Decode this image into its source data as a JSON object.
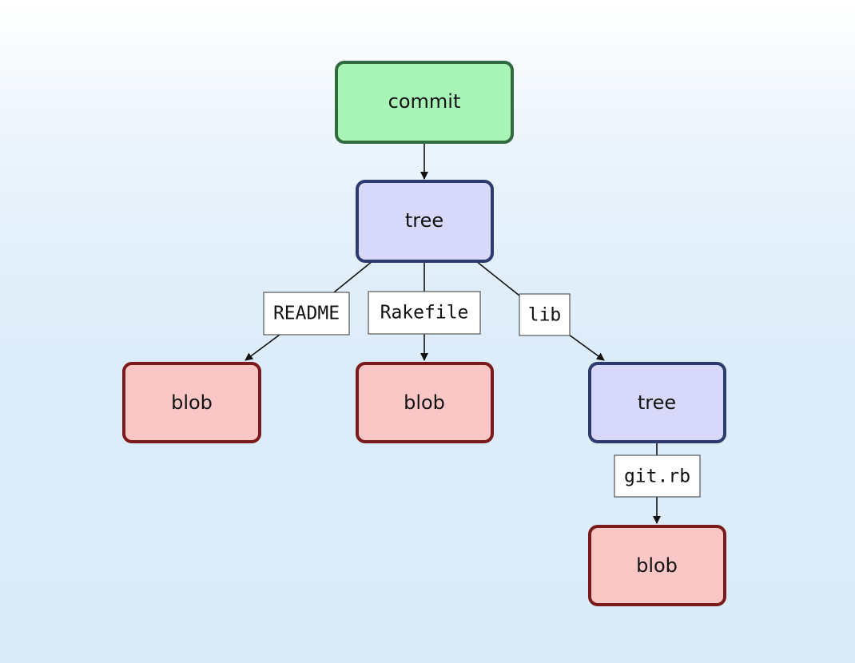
{
  "diagram": {
    "colors": {
      "commit_fill": "#a9f5b8",
      "commit_stroke": "#2f6b3e",
      "tree_fill": "#d8d8fb",
      "tree_stroke": "#2d3a6e",
      "blob_fill": "#fbc6c6",
      "blob_stroke": "#7a1a1a",
      "edge_color": "#111111",
      "label_fill": "#ffffff",
      "label_stroke": "#555555"
    },
    "nodes": {
      "commit": {
        "label": "commit",
        "kind": "commit"
      },
      "tree_root": {
        "label": "tree",
        "kind": "tree"
      },
      "blob_readme": {
        "label": "blob",
        "kind": "blob"
      },
      "blob_rakefile": {
        "label": "blob",
        "kind": "blob"
      },
      "tree_lib": {
        "label": "tree",
        "kind": "tree"
      },
      "blob_gitrb": {
        "label": "blob",
        "kind": "blob"
      }
    },
    "edges": {
      "commit_to_tree": {
        "from": "commit",
        "to": "tree_root",
        "label": ""
      },
      "readme": {
        "from": "tree_root",
        "to": "blob_readme",
        "label": "README"
      },
      "rakefile": {
        "from": "tree_root",
        "to": "blob_rakefile",
        "label": "Rakefile"
      },
      "lib": {
        "from": "tree_root",
        "to": "tree_lib",
        "label": "lib"
      },
      "gitrb": {
        "from": "tree_lib",
        "to": "blob_gitrb",
        "label": "git.rb"
      }
    }
  }
}
